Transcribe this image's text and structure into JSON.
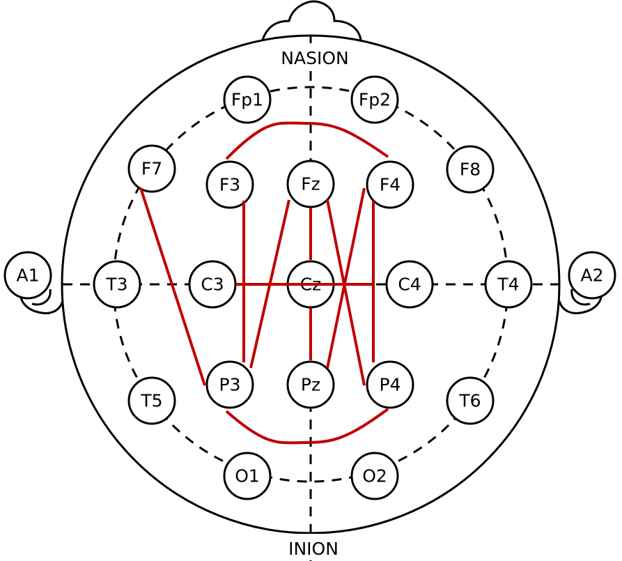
{
  "title": "10-20 EEG electrode placement",
  "landmarks": {
    "top": "NASION",
    "bottom": "INION"
  },
  "electrodes": [
    "Fp1",
    "Fp2",
    "F7",
    "F3",
    "Fz",
    "F4",
    "F8",
    "A1",
    "T3",
    "C3",
    "Cz",
    "C4",
    "T4",
    "A2",
    "T5",
    "P3",
    "Pz",
    "P4",
    "T6",
    "O1",
    "O2"
  ],
  "connection_color": "#c00000",
  "connections": [
    {
      "from": "F3",
      "to": "F4",
      "curved": true
    },
    {
      "from": "F7",
      "to": "P3"
    },
    {
      "from": "F3",
      "to": "P3"
    },
    {
      "from": "Fz",
      "to": "P3"
    },
    {
      "from": "Fz",
      "to": "Cz"
    },
    {
      "from": "Fz",
      "to": "P4"
    },
    {
      "from": "F4",
      "to": "Pz"
    },
    {
      "from": "F4",
      "to": "P4"
    },
    {
      "from": "C3",
      "to": "C4"
    },
    {
      "from": "Cz",
      "to": "Pz"
    },
    {
      "from": "P3",
      "to": "P4",
      "curved": true
    }
  ]
}
